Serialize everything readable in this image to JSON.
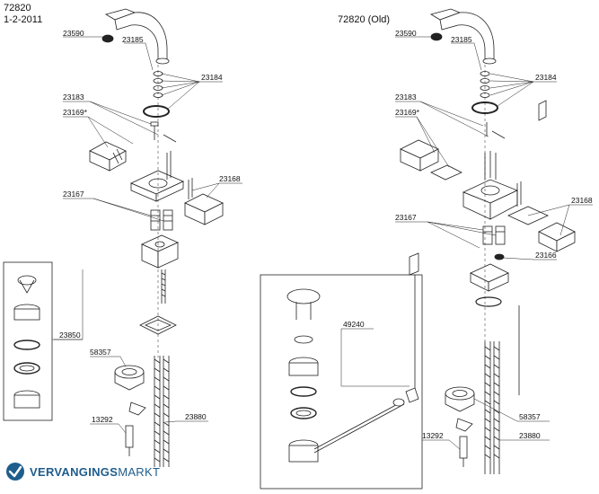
{
  "left_header": {
    "model": "72820",
    "date": "1-2-2011"
  },
  "right_header": {
    "model": "72820 (Old)"
  },
  "left_parts": {
    "p23590": "23590",
    "p23185": "23185",
    "p23184": "23184",
    "p23183": "23183",
    "p23169": "23169*",
    "p23167": "23167",
    "p23168": "23168",
    "p23850": "23850",
    "p58357": "58357",
    "p13292": "13292",
    "p23880": "23880"
  },
  "right_parts": {
    "p23590": "23590",
    "p23185": "23185",
    "p23184": "23184",
    "p23183": "23183",
    "p23169": "23169*",
    "p23167": "23167",
    "p23168": "23168",
    "p23166": "23166",
    "p49240": "49240",
    "p58357": "58357",
    "p13292": "13292",
    "p23880": "23880"
  },
  "logo": {
    "text_bold": "VERVANGINGS",
    "text_rest": "MARKT",
    "colors": {
      "brand": "#1f5d8c"
    }
  }
}
